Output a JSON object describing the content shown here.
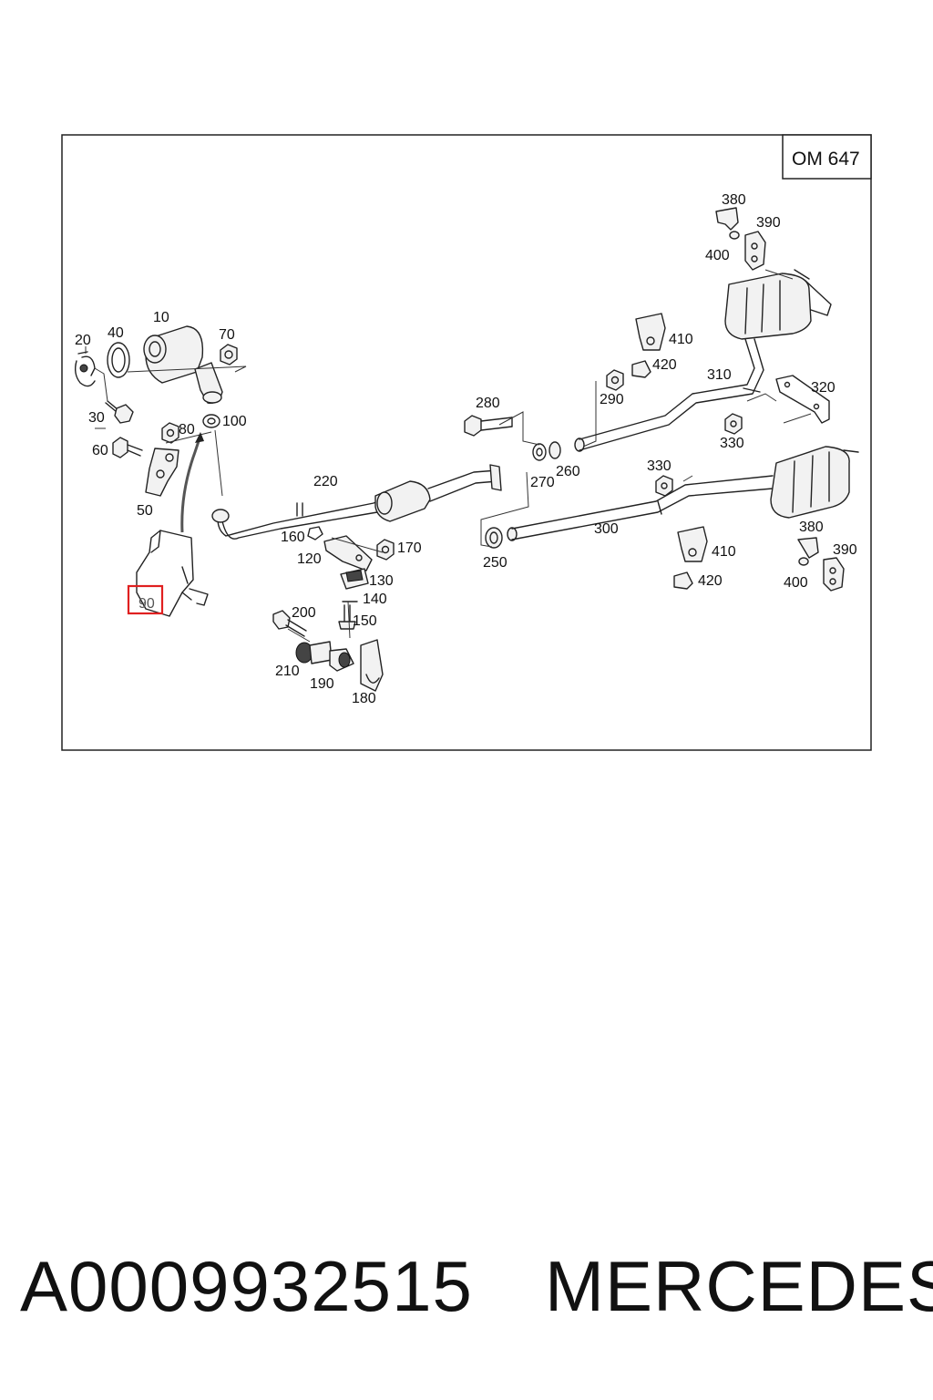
{
  "diagram": {
    "engine_code": "OM 647",
    "highlighted_part": "90",
    "part_labels": {
      "p10": "10",
      "p20": "20",
      "p30": "30",
      "p40": "40",
      "p50": "50",
      "p60": "60",
      "p70": "70",
      "p80": "80",
      "p90": "90",
      "p100": "100",
      "p120": "120",
      "p130": "130",
      "p140": "140",
      "p150": "150",
      "p160": "160",
      "p170": "170",
      "p180": "180",
      "p190": "190",
      "p200": "200",
      "p210": "210",
      "p220": "220",
      "p250": "250",
      "p260": "260",
      "p270": "270",
      "p280": "280",
      "p290": "290",
      "p300": "300",
      "p310": "310",
      "p320": "320",
      "p330a": "330",
      "p330b": "330",
      "p380a": "380",
      "p380b": "380",
      "p390a": "390",
      "p390b": "390",
      "p400a": "400",
      "p400b": "400",
      "p410a": "410",
      "p410b": "410",
      "p420a": "420",
      "p420b": "420"
    },
    "colors": {
      "highlight": "#e02020",
      "line": "#222222"
    }
  },
  "footer": {
    "part_number": "A0009932515",
    "brand": "MERCEDES"
  }
}
